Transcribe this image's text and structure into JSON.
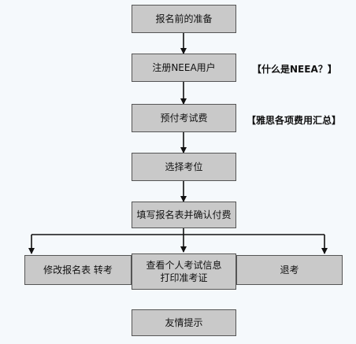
{
  "flow": {
    "steps": {
      "prepare": "报名前的准备",
      "register": "注册NEEA用户",
      "prepay": "预付考试费",
      "choose_seat": "选择考位",
      "fill_form": "填写报名表并确认付费",
      "modify": "修改报名表 转考",
      "view_info_line1": "查看个人考试信息",
      "view_info_line2": "打印准考证",
      "withdraw": "退考",
      "tips": "友情提示"
    },
    "notes": {
      "what_is_neea": "【什么是NEEA？】",
      "fee_summary": "【雅思各项费用汇总】"
    }
  },
  "colors": {
    "box_fill": "#c9c9c9",
    "box_border": "#555555",
    "connector": "#111111",
    "background": "#f5f9fc"
  }
}
